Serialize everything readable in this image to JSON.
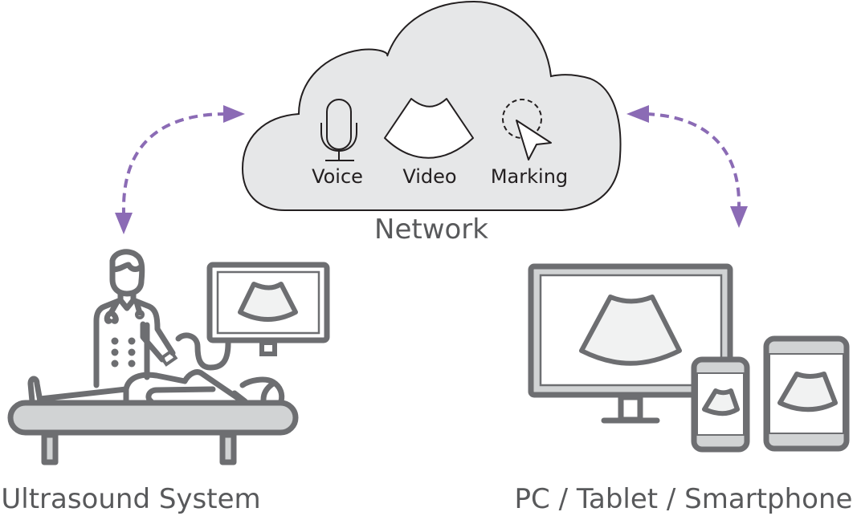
{
  "diagram": {
    "network": {
      "label": "Network",
      "features": [
        {
          "label": "Voice",
          "icon": "microphone-icon"
        },
        {
          "label": "Video",
          "icon": "ultrasound-fan-icon"
        },
        {
          "label": "Marking",
          "icon": "cursor-marking-icon"
        }
      ]
    },
    "nodes": {
      "left": {
        "label": "Ultrasound System"
      },
      "right": {
        "label": "PC / Tablet / Smartphone"
      }
    },
    "colors": {
      "arrow": "#8b6bb5",
      "cloud_fill": "#e6e7e8",
      "icon_stroke": "#6d6e71"
    }
  }
}
